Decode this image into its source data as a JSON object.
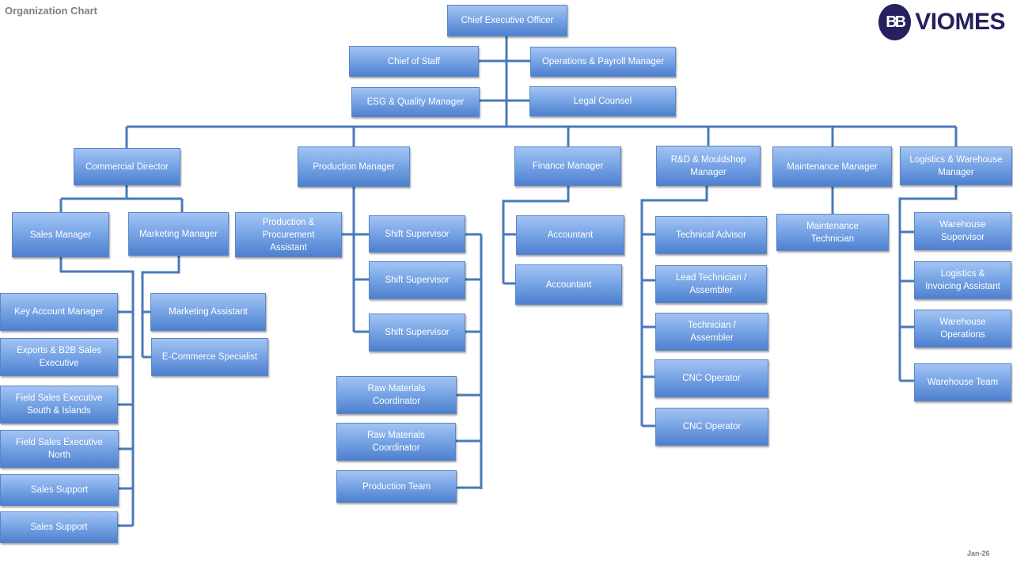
{
  "title": "Organization Chart",
  "date": "Jan-26",
  "logo": {
    "mark": "BB",
    "text": "VIOMES"
  },
  "colors": {
    "box_top": "#a3c4f3",
    "box_bottom": "#4e80cf",
    "connector": "#4a7ab8",
    "logo": "#25215e"
  },
  "nodes": {
    "ceo": "Chief Executive Officer",
    "chief_of_staff": "Chief of Staff",
    "ops_payroll": "Operations & Payroll Manager",
    "esg": "ESG & Quality Manager",
    "legal": "Legal Counsel",
    "commercial": "Commercial Director",
    "production": "Production Manager",
    "finance": "Finance Manager",
    "rnd": "R&D & Mouldshop\nManager",
    "maintenance": "Maintenance Manager",
    "logistics": "Logistics & Warehouse\nManager",
    "sales_mgr": "Sales Manager",
    "marketing_mgr": "Marketing Manager",
    "ppa": "Production &\nProcurement\nAssistant",
    "shift1": "Shift Supervisor",
    "shift2": "Shift Supervisor",
    "shift3": "Shift Supervisor",
    "raw1": "Raw Materials\nCoordinator",
    "raw2": "Raw Materials\nCoordinator",
    "prod_team": "Production Team",
    "acc1": "Accountant",
    "acc2": "Accountant",
    "key_account": "Key Account Manager",
    "exports": "Exports & B2B Sales\nExecutive",
    "field_south": "Field Sales Executive\nSouth & Islands",
    "field_north": "Field Sales Executive\nNorth",
    "sales_support1": "Sales Support",
    "sales_support2": "Sales Support",
    "mkt_assistant": "Marketing Assistant",
    "ecommerce": "E-Commerce Specialist",
    "tech_advisor": "Technical Advisor",
    "lead_tech": "Lead Technician /\nAssembler",
    "technician": "Technician /\nAssembler",
    "cnc1": "CNC Operator",
    "cnc2": "CNC Operator",
    "maint_tech": "Maintenance\nTechnician",
    "wh_sup": "Warehouse\nSupervisor",
    "log_inv": "Logistics &\nInvoicing Assistant",
    "wh_ops": "Warehouse\nOperations",
    "wh_team": "Warehouse Team"
  }
}
